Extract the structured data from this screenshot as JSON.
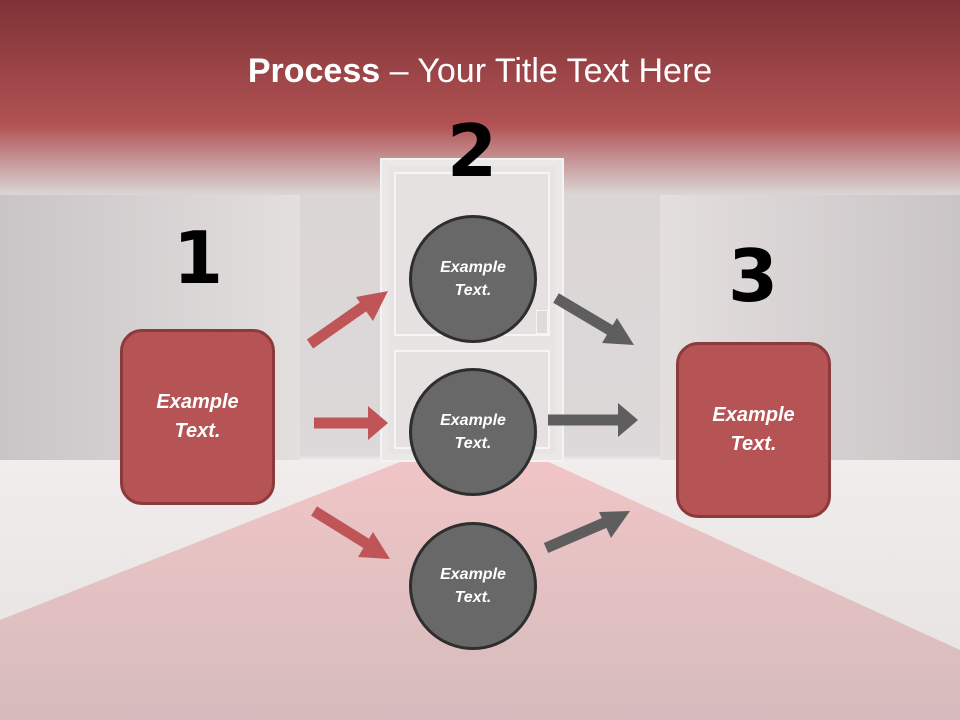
{
  "slide": {
    "title_bold": "Process",
    "title_rest": " – Your Title Text Here"
  },
  "steps": {
    "one": {
      "number": "1",
      "text": "Example\nText."
    },
    "two": {
      "number": "2"
    },
    "three": {
      "number": "3",
      "text": "Example\nText."
    }
  },
  "circles": [
    {
      "text": "Example\nText."
    },
    {
      "text": "Example\nText."
    },
    {
      "text": "Example\nText."
    }
  ],
  "colors": {
    "red_accent": "#b65354",
    "red_border": "#8d3a3c",
    "circle_fill": "#686868",
    "arrow_red": "#bf5557",
    "arrow_gray": "#5e5e5e"
  }
}
